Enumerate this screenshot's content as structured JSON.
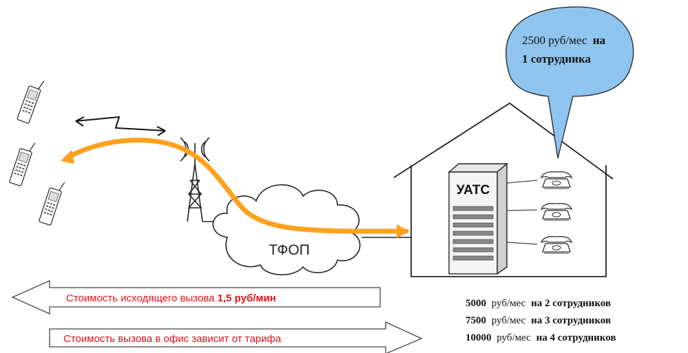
{
  "pbx_label": "УАТС",
  "pstn_label": "ТФОП",
  "bubble": {
    "line1_plain": "2500 руб/мес",
    "line1_bold": "на",
    "line2_bold": "1 сотрудника",
    "fill": "#8fc4ee"
  },
  "prices": [
    {
      "amount": "5000",
      "unit": "руб/мес",
      "rest": "на 2 сотрудников"
    },
    {
      "amount": "7500",
      "unit": "руб/мес",
      "rest": "на 3 сотрудников"
    },
    {
      "amount": "10000",
      "unit": "руб/мес",
      "rest": "на 4 сотрудников"
    }
  ],
  "outgoing_arrow": {
    "text": "Стоимость исходящего вызова ",
    "highlight": "1,5 руб/мин"
  },
  "office_arrow": {
    "text": "Стоимость вызова в офис зависит от тарифа"
  },
  "colors": {
    "signal": "#ffa01e",
    "arrow_text": "#e8101a",
    "outline": "#222222"
  },
  "icons": [
    "mobile-phone-icon",
    "lightning-icon",
    "antenna-tower-icon",
    "cloud-icon",
    "pbx-server-icon",
    "desk-phone-icon",
    "house-icon",
    "speech-bubble-icon"
  ]
}
